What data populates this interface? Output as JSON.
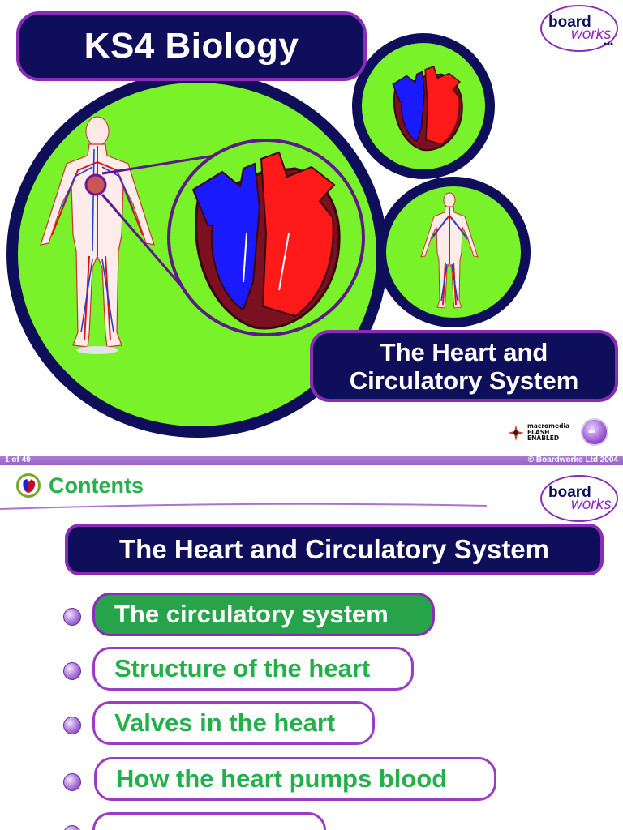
{
  "slide1": {
    "title": "KS4 Biology",
    "subtitle_line1": "The Heart and",
    "subtitle_line2": "Circulatory System",
    "logo": {
      "word1": "board",
      "word2": "works"
    },
    "flash_badge": {
      "line1": "macromedia",
      "line2": "FLASH",
      "line3": "ENABLED"
    },
    "next_button": "•••"
  },
  "footer": {
    "page_counter": "1 of 49",
    "copyright": "© Boardworks Ltd 2004"
  },
  "slide2": {
    "heading": "Contents",
    "logo": {
      "word1": "board",
      "word2": "works"
    },
    "section_title": "The Heart and Circulatory System",
    "menu": [
      {
        "label": "The circulatory system",
        "active": true
      },
      {
        "label": "Structure of the heart",
        "active": false
      },
      {
        "label": "Valves in the heart",
        "active": false
      },
      {
        "label": "How the heart pumps blood",
        "active": false
      },
      {
        "label": "",
        "active": false
      }
    ]
  },
  "colors": {
    "navy": "#0e0e5a",
    "lime": "#79f229",
    "purple": "#8a2cb8",
    "green_text": "#23b04a",
    "blood_red": "#ff1a1a",
    "blood_blue": "#1a3cff"
  }
}
